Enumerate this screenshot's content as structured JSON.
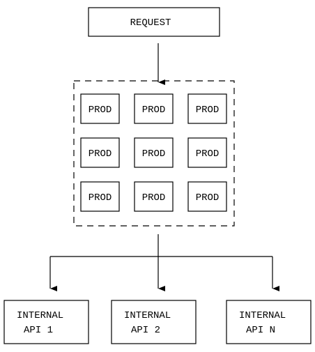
{
  "request": {
    "label": "REQUEST"
  },
  "prod_grid": {
    "rows": [
      [
        "PROD",
        "PROD",
        "PROD"
      ],
      [
        "PROD",
        "PROD",
        "PROD"
      ],
      [
        "PROD",
        "PROD",
        "PROD"
      ]
    ]
  },
  "internal_apis": [
    {
      "line1": "INTERNAL",
      "line2": "API 1"
    },
    {
      "line1": "INTERNAL",
      "line2": "API 2"
    },
    {
      "line1": "INTERNAL",
      "line2": "API N"
    }
  ]
}
